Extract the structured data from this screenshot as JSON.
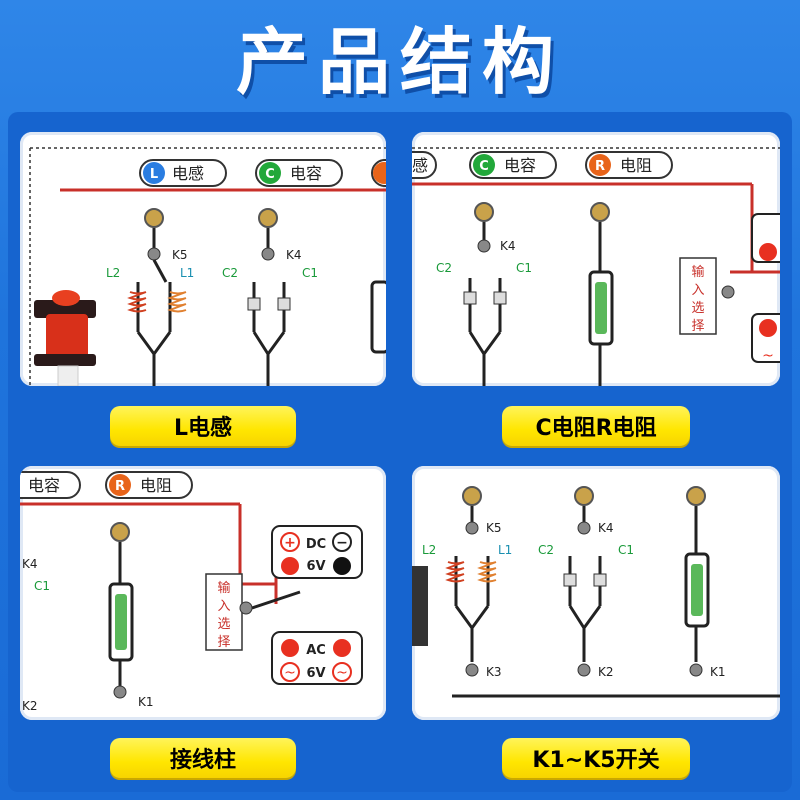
{
  "title": "产品结构",
  "captions": {
    "panel1": "L电感",
    "panel2": "C电阻R电阻",
    "panel3": "接线柱",
    "panel4": "K1~K5开关"
  },
  "labels": {
    "inductor_badge": "L",
    "inductor_text": "电感",
    "capacitor_badge": "C",
    "capacitor_text": "电容",
    "resistor_badge": "R",
    "resistor_text": "电阻",
    "k1": "K1",
    "k2": "K2",
    "k3": "K3",
    "k4": "K4",
    "k5": "K5",
    "l1": "L1",
    "l2": "L2",
    "c1": "C1",
    "c2": "C2",
    "input_select": [
      "输",
      "入",
      "选",
      "择"
    ],
    "dc": "DC",
    "ac": "AC",
    "volt": "6V",
    "plus": "+",
    "minus": "−",
    "tilde": "~"
  },
  "colors": {
    "background": "#1f74dc",
    "caption_yellow": "#ffe600",
    "wire_red": "#c8302a",
    "wire_black": "#222222",
    "label_green": "#1a9a3a",
    "label_teal": "#1a8fb0",
    "badge_blue": "#2a7de1",
    "badge_green": "#22a83a",
    "badge_orange": "#e8641a",
    "terminal_red": "#e83020"
  }
}
